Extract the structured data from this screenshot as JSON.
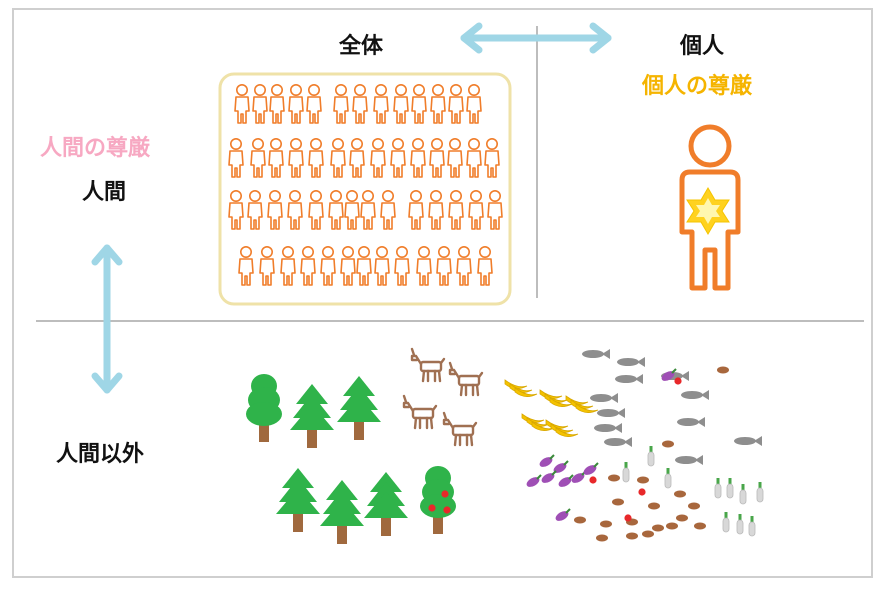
{
  "labels": {
    "whole": "全体",
    "individual": "個人",
    "individual_dignity": "個人の尊厳",
    "human_dignity": "人間の尊厳",
    "human": "人間",
    "non_human": "人間以外"
  },
  "colors": {
    "arrow": "#9fd6e6",
    "person_stroke": "#f07d2a",
    "crowd_box_stroke": "#efe2a8",
    "divider": "#bdbdbd",
    "individual_dignity_text": "#f5b400",
    "human_dignity_text": "#f7a8c2",
    "star": "#ffd21f",
    "tree_green": "#2fb34a",
    "trunk": "#a0693e",
    "deer": "#a07052",
    "banana": "#f4c200",
    "fish": "#8e8e8e",
    "eggplant": "#9f4fb5",
    "radish": "#d8d8d8",
    "potato": "#a8673d",
    "apple": "#e8282a"
  },
  "icons": {
    "arrows": [
      "double-arrow-horizontal-icon",
      "double-arrow-vertical-icon"
    ],
    "individual": "person-with-star-icon",
    "crowd": "person-outline-icon",
    "nature": [
      "tree-icon",
      "apple-tree-icon",
      "deer-icon",
      "banana-icon",
      "fish-icon",
      "eggplant-icon",
      "radish-icon",
      "potato-icon",
      "apple-icon"
    ]
  }
}
